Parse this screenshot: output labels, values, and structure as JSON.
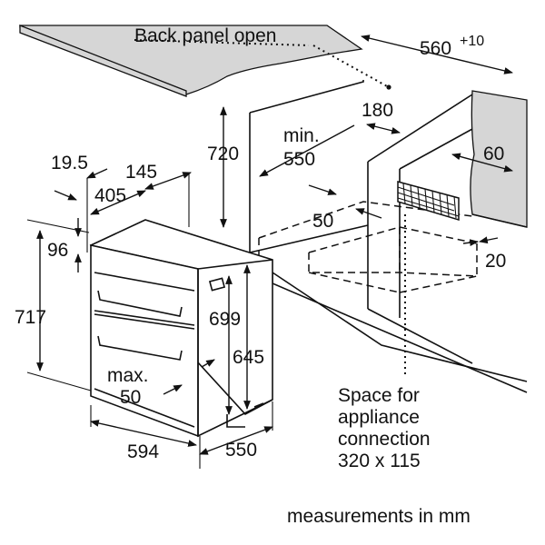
{
  "labels": {
    "back_panel": "Back panel open",
    "space_line1": "Space for",
    "space_line2": "appliance",
    "space_line3": "connection",
    "space_line4": "320 x 115",
    "units_note": "measurements in mm",
    "min_line1": "min.",
    "min_line2": "550",
    "max_line1": "max.",
    "max_line2": "50"
  },
  "dimensions": {
    "niche_width": "560",
    "niche_width_tol": "+10",
    "depth_180": "180",
    "height_720": "720",
    "vent_60": "60",
    "clear_50": "50",
    "clear_20": "20",
    "offset_19_5": "19.5",
    "depth_145": "145",
    "depth_405": "405",
    "panel_96": "96",
    "height_717": "717",
    "height_699": "699",
    "height_645": "645",
    "width_594": "594",
    "depth_550": "550"
  },
  "colors": {
    "worktop": "#d6d6d6",
    "line": "#111111",
    "background": "#ffffff"
  }
}
